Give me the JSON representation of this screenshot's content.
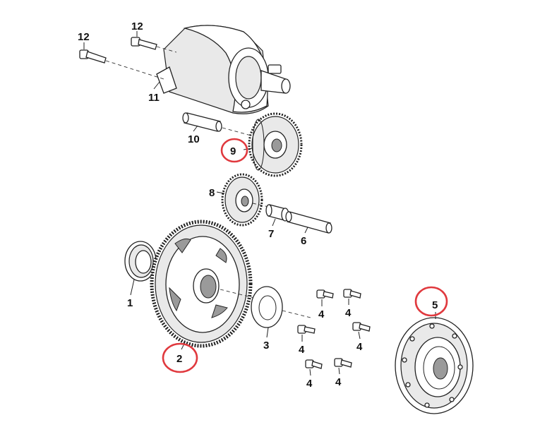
{
  "callouts": {
    "p1": "1",
    "p2": "2",
    "p3": "3",
    "p4": "4",
    "p5": "5",
    "p6": "6",
    "p7": "7",
    "p8": "8",
    "p9": "9",
    "p10": "10",
    "p11": "11",
    "p12": "12"
  },
  "highlight_color": "#e0393e"
}
